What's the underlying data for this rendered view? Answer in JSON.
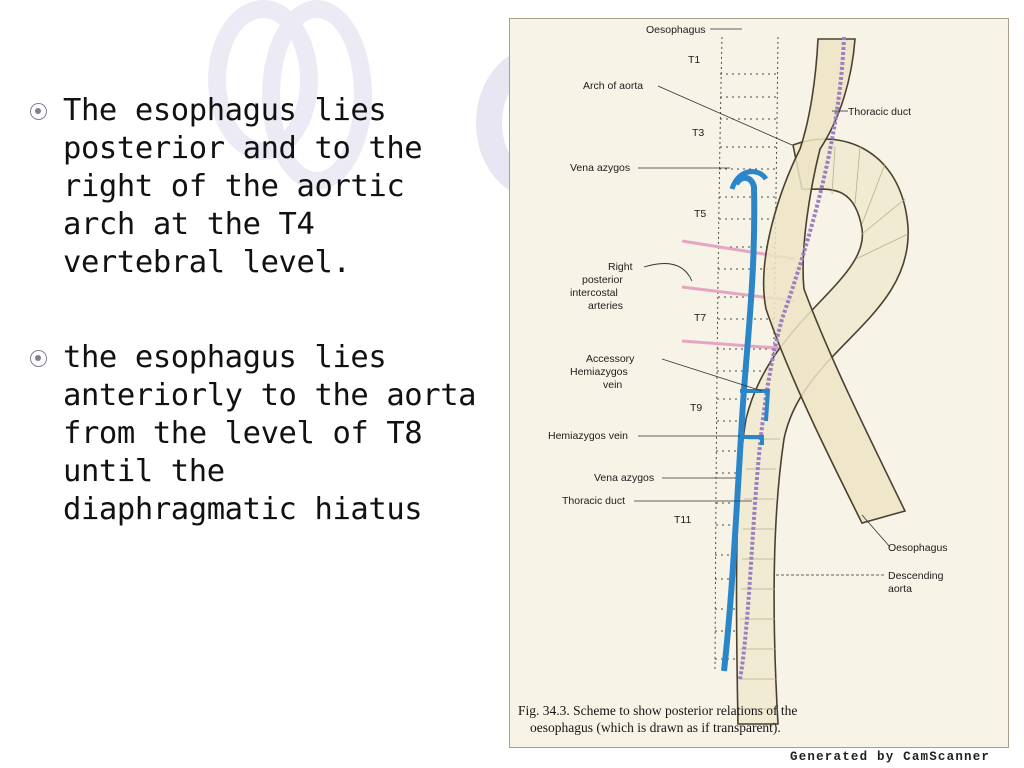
{
  "bullets": [
    {
      "text": "The esophagus lies\nposterior and to the\nright of the aortic\narch at the T4\nvertebral level."
    },
    {
      "text": "the esophagus lies\nanteriorly to the aorta\nfrom the level of T8\nuntil the\ndiaphragmatic hiatus"
    }
  ],
  "figure": {
    "labels": {
      "oesophagus_top": "Oesophagus",
      "t1": "T1",
      "arch_of_aorta": "Arch of aorta",
      "thoracic_duct_top": "Thoracic duct",
      "t3": "T3",
      "vena_azygos_top": "Vena azygos",
      "t5": "T5",
      "right_post_1": "Right",
      "right_post_2": "posterior",
      "right_post_3": "intercostal",
      "right_post_4": "arteries",
      "t7": "T7",
      "accessory_1": "Accessory",
      "accessory_2": "Hemiazygos",
      "accessory_3": "vein",
      "t9": "T9",
      "hemiazygos_vein": "Hemiazygos vein",
      "vena_azygos_bottom": "Vena azygos",
      "thoracic_duct_bottom": "Thoracic duct",
      "t11": "T11",
      "oesophagus_bottom": "Oesophagus",
      "descending_1": "Descending",
      "descending_2": "aorta"
    },
    "caption_line1": "Fig. 34.3. Scheme to show posterior relations of the",
    "caption_line2": "oesophagus (which is drawn as if transparent)."
  },
  "watermark": "Generated by CamScanner",
  "colors": {
    "azygos_blue": "#2b86c9",
    "duct_purple": "#9c7fbf",
    "intercostal_pink": "#e6a6c3",
    "paper": "#f7f3e6"
  }
}
